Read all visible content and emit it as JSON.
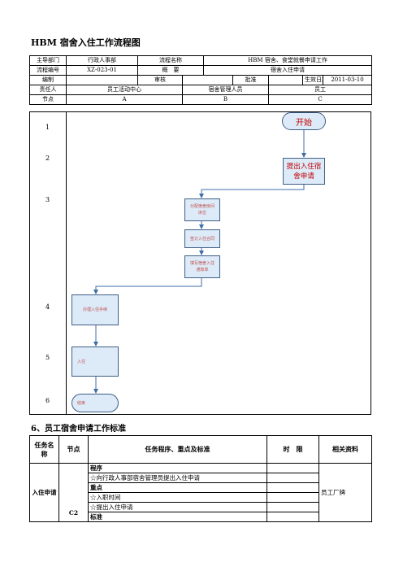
{
  "title": "HBM 宿舍入住工作流程图",
  "meta": {
    "dept_label": "主导部门",
    "dept_value": "行政人事部",
    "flow_name_label": "流程名称",
    "flow_name_value": "HBM 宿舍、食堂就餐申请工作",
    "code_label": "流程编号",
    "code_value": "XZ-023-01",
    "summary_label": "概　要",
    "summary_value": "宿舍入住申请",
    "author_label": "编制",
    "review_label": "审核",
    "approve_label": "批准",
    "effective_label": "生效日期",
    "effective_value": "2011-03-10",
    "responsible_label": "责任人",
    "resp_a": "员工活动中心",
    "resp_b": "宿舍管理人员",
    "resp_c": "员工",
    "node_label": "节点",
    "node_a": "A",
    "node_b": "B",
    "node_c": "C"
  },
  "flow": {
    "step_numbers": [
      "1",
      "2",
      "3",
      "4",
      "5",
      "6"
    ],
    "start": "开始",
    "apply": "提出入住宿舍申请",
    "assign": "分配宿舍房间床位",
    "contract": "签订入住合同",
    "notice": "填写宿舍入住通知单",
    "procedure": "办理入住手续",
    "checkin": "入住",
    "end": "结束"
  },
  "section": {
    "heading": "6、员工宿舍申请工作标准",
    "col_task": "任务名称",
    "col_node": "节点",
    "col_procedure": "任务程序、重点及标准",
    "col_time": "时　限",
    "col_docs": "相关资料",
    "task": "入住申请",
    "node": "C2",
    "procedure_title": "程序",
    "procedure_item": "☆向行政人事部宿舍管理员提出入住申请",
    "key_title": "重点",
    "key_item_1": "☆入职时间",
    "key_item_2": "☆提出入住申请",
    "standard_title": "标准",
    "docs": "员工厂牌"
  }
}
